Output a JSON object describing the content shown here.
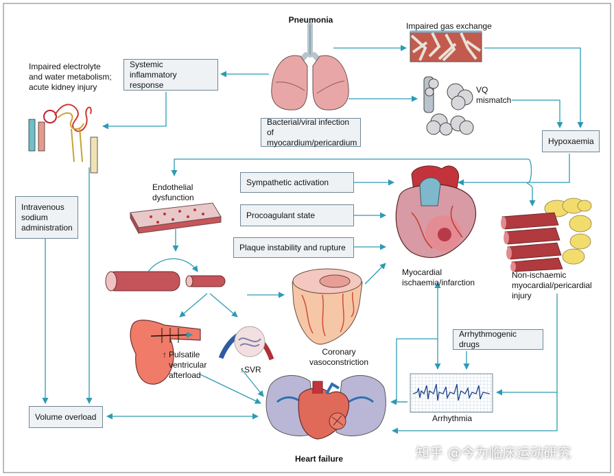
{
  "nodes": {
    "pneumonia": "Pneumonia",
    "gas_exchange": "Impaired gas exchange",
    "vq": "VQ\nmismatch",
    "hypoxaemia": "Hypoxaemia",
    "electrolyte": "Impaired electrolyte\nand water metabolism;\nacute kidney injury",
    "sir": "Systemic inflammatory\nresponse",
    "infection": "Bacterial/viral infection of\nmyocardium/pericardium",
    "endothelial": "Endothelial\ndysfunction",
    "sympathetic": "Sympathetic activation",
    "procoagulant": "Procoagulant state",
    "plaque": "Plaque instability and rupture",
    "iv_sodium": "Intravenous\nsodium\nadministration",
    "ischaemia": "Myocardial\nischaemia/infarction",
    "non_ischaemic": "Non-ischaemic\nmyocardial/pericardial injury",
    "pulsatile": "Pulsatile\nventricular\nafterload",
    "svr": "SVR",
    "coronary": "Coronary\nvasoconstriction",
    "arrhythmogenic": "Arrhythmogenic drugs",
    "arrhythmia": "Arrhythmia",
    "volume_overload": "Volume overload",
    "heart_failure": "Heart failure"
  },
  "watermark": "知乎 @今为临床运动研究",
  "colors": {
    "arrow": "#2a9bb4",
    "box_fill": "#eef2f5",
    "box_border": "#6d8593",
    "lung": "#e8a7a6",
    "heart_red": "#c4333b",
    "muscle": "#b03a3e",
    "fat": "#f3dc6e"
  }
}
